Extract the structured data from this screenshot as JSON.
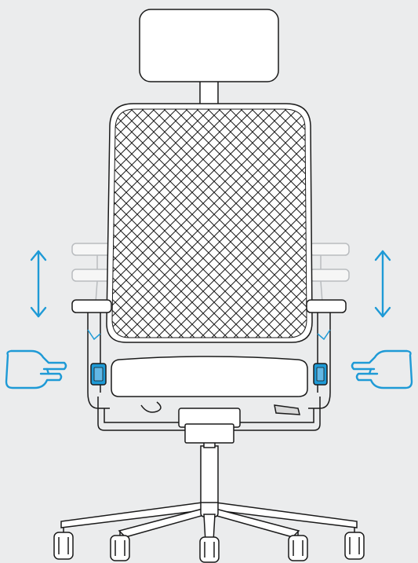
{
  "colors": {
    "background": "#ebeced",
    "line": "#1a1a1a",
    "fill": "#ffffff",
    "ghost_line": "#b9bcbf",
    "ghost_fill": "#f6f6f6",
    "accent": "#1e9ad6",
    "lever_fill": "#1e9ad6"
  },
  "icons": {
    "left_hand": "hand-pointing-right-icon",
    "right_hand": "hand-pointing-left-icon",
    "left_arrow": "vertical-double-arrow-icon",
    "right_arrow": "vertical-double-arrow-icon"
  },
  "illustration": {
    "subject": "office-chair-front-view",
    "highlight": "armrest-height-adjustment-buttons",
    "armrest_positions_shown": 3
  }
}
